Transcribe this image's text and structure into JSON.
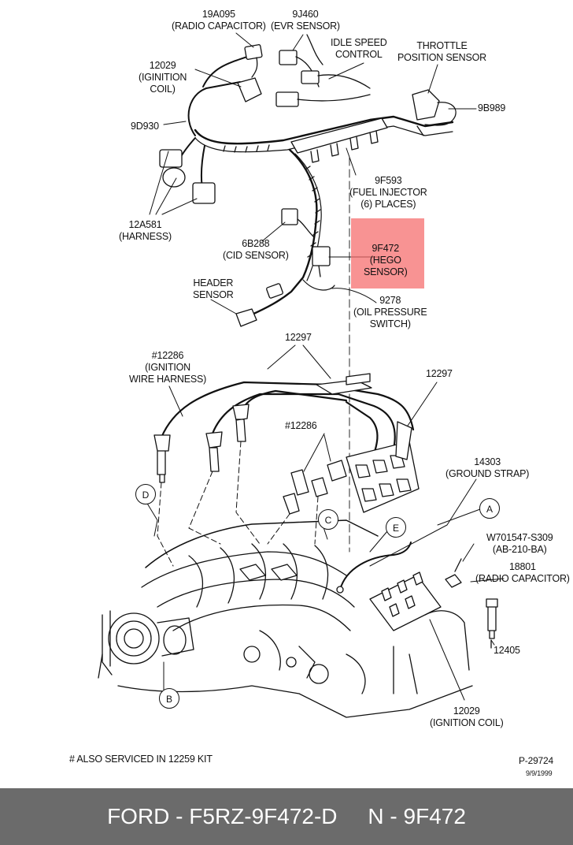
{
  "labels": {
    "radio_capacitor_top": [
      "19A095",
      "(RADIO CAPACITOR)"
    ],
    "evr_sensor": [
      "9J460",
      "(EVR SENSOR)"
    ],
    "idle_speed_control": [
      "IDLE SPEED",
      "CONTROL"
    ],
    "throttle_position_sensor": [
      "THROTTLE",
      "POSITION SENSOR"
    ],
    "ignition_coil_top": [
      "12029",
      "(IGINITION",
      "COIL)"
    ],
    "harness_9b989": "9B989",
    "harness_9d930": "9D930",
    "fuel_injector": [
      "9F593",
      "(FUEL INJECTOR",
      "(6) PLACES)"
    ],
    "harness_12a581": [
      "12A581",
      "(HARNESS)"
    ],
    "cid_sensor": [
      "6B288",
      "(CID SENSOR)"
    ],
    "hego_sensor": [
      "9F472",
      "(HEGO",
      "SENSOR)"
    ],
    "header_sensor": [
      "HEADER",
      "SENSOR"
    ],
    "oil_pressure_switch": [
      "9278",
      "(OIL PRESSURE",
      "SWITCH)"
    ],
    "part_12297_top": "12297",
    "part_12297_right": "12297",
    "ignition_wire_harness": [
      "#12286",
      "(IGNITION",
      "WIRE HARNESS)"
    ],
    "part_12286_mid": "#12286",
    "ground_strap": [
      "14303",
      "(GROUND STRAP)"
    ],
    "bolt_w701547": [
      "W701547-S309",
      "(AB-210-BA)"
    ],
    "radio_capacitor_bottom": [
      "18801",
      "(RADIO CAPACITOR)"
    ],
    "part_12405": "12405",
    "ignition_coil_bottom": [
      "12029",
      "(IGNITION COIL)"
    ]
  },
  "callouts": {
    "a": "A",
    "b": "B",
    "c": "C",
    "d": "D",
    "e": "E"
  },
  "note": "# ALSO SERVICED IN 12259 KIT",
  "figure_number": "P-29724",
  "figure_date": "9/9/1999",
  "footer_text": "FORD - F5RZ-9F472-D     N - 9F472",
  "colors": {
    "highlight": "#f46a6a",
    "footer_bg": "#6b6b6b",
    "footer_text": "#ffffff",
    "line": "#111111"
  }
}
